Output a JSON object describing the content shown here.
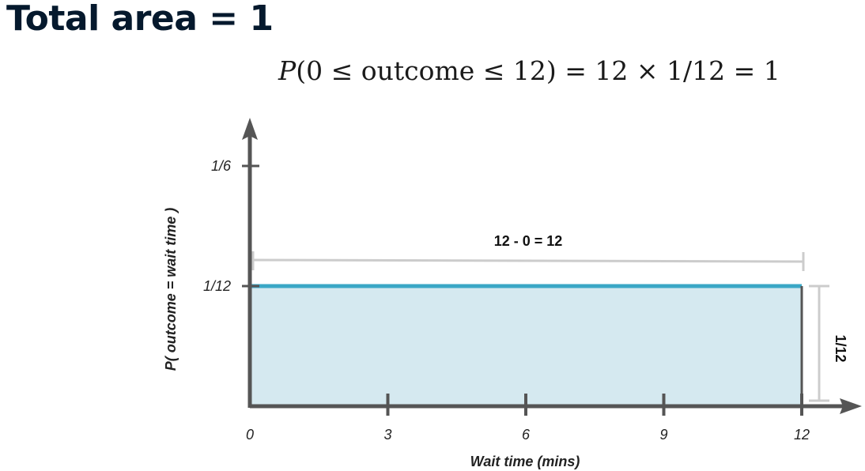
{
  "title": "Total area = 1",
  "formula": {
    "prefix": "P",
    "body": "(0 ≤ outcome ≤ 12) = 12 × 1/12 = 1"
  },
  "chart_data": {
    "type": "area",
    "x": [
      0,
      12
    ],
    "values": [
      0.0833333,
      0.0833333
    ],
    "xlim": [
      0,
      12
    ],
    "ylim": [
      0,
      0.1666667
    ],
    "xticks": [
      {
        "value": 0,
        "label": "0"
      },
      {
        "value": 3,
        "label": "3"
      },
      {
        "value": 6,
        "label": "6"
      },
      {
        "value": 9,
        "label": "9"
      },
      {
        "value": 12,
        "label": "12"
      }
    ],
    "yticks": [
      {
        "value": 0.0833333,
        "label": "1/12"
      },
      {
        "value": 0.1666667,
        "label": "1/6"
      }
    ],
    "xlabel": "Wait time (mins)",
    "ylabel": "P( outcome = wait time )",
    "width_annotation": "12 - 0  = 12",
    "height_annotation": "1/12",
    "grid": false,
    "colors": {
      "axis": "#555555",
      "fill": "#d5e9f0",
      "line": "#3aa7c6",
      "dimension": "#cccccc"
    }
  }
}
